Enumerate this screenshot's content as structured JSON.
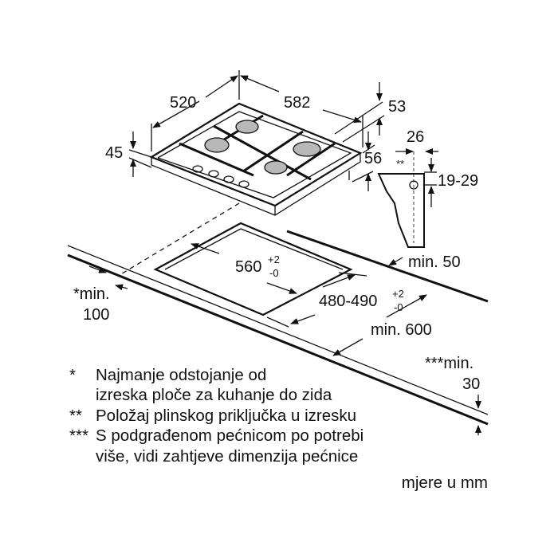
{
  "dimensions": {
    "hob_depth": "520",
    "hob_width": "582",
    "grate_height": "53",
    "hob_height": "45",
    "foot_height": "56",
    "connector_offset": "26",
    "connector_marker": "**",
    "connector_height": "19-29",
    "cutout_width": "560",
    "cutout_width_tol_plus": "+2",
    "cutout_width_tol_minus": "-0",
    "cutout_depth": "480-490",
    "cutout_depth_tol_plus": "+2",
    "cutout_depth_tol_minus": "-0",
    "min_back": "min. 50",
    "min_side_label": "*min.",
    "min_side_value": "100",
    "min_counter_depth": "min. 600",
    "min_thickness_label": "***min.",
    "min_thickness_value": "30"
  },
  "footnotes": [
    {
      "marker": "*",
      "lines": [
        "Najmanje odstojanje od",
        "izreska ploče za kuhanje do zida"
      ]
    },
    {
      "marker": "**",
      "lines": [
        "Položaj plinskog priključka u izresku"
      ]
    },
    {
      "marker": "***",
      "lines": [
        "S podgrađenom pećnicom po potrebi",
        "više, vidi zahtjeve dimenzija pećnice"
      ]
    }
  ],
  "units_note": "mjere u mm"
}
